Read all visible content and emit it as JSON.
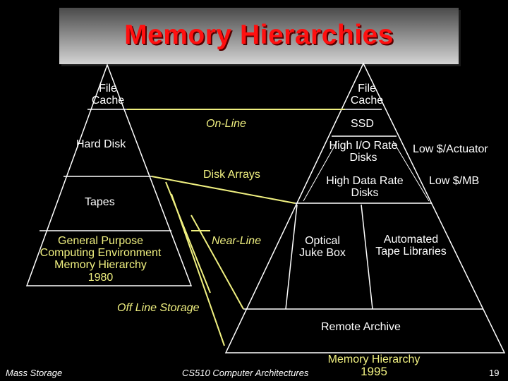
{
  "title": "Memory Hierarchies",
  "left_pyramid": {
    "levels": [
      "File Cache",
      "Hard Disk",
      "Tapes"
    ],
    "caption": [
      "General Purpose",
      "Computing Environment",
      "Memory Hierarchy",
      "1980"
    ]
  },
  "right_pyramid": {
    "top": "File Cache",
    "ssd": "SSD",
    "online": {
      "label": "On-Line",
      "items": [
        "High I/O Rate Disks",
        "Low $/Actuator",
        "Disk Arrays",
        "High Data Rate Disks",
        "Low $/MB"
      ]
    },
    "nearline": {
      "label": "Near-Line",
      "items": [
        "Optical Juke Box",
        "Automated Tape Libraries"
      ]
    },
    "offline": {
      "label": "Off Line Storage",
      "items": [
        "Remote Archive"
      ]
    },
    "caption": [
      "Memory Hierarchy",
      "1995"
    ]
  },
  "footer": {
    "left": "Mass Storage",
    "center": "CS510 Computer Architectures",
    "page": "19"
  },
  "colors": {
    "title": "#ff1010",
    "line": "#ffffff",
    "connector": "#f0f080",
    "caption": "#f0f080"
  }
}
